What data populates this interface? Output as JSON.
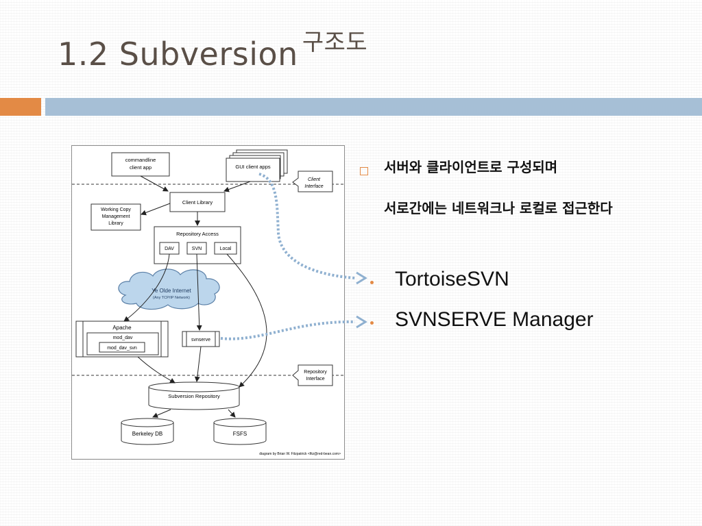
{
  "title": {
    "main": "1.2 Subversion",
    "suffix": "구조도"
  },
  "bullets": [
    {
      "line1": "서버와 클라이언트로 구성되며",
      "line2": "서로간에는 네트워크나 로컬로 접근한다"
    }
  ],
  "sub_bullets": [
    "TortoiseSVN",
    "SVNSERVE Manager"
  ],
  "diagram": {
    "commandline": [
      "commandline",
      "client app"
    ],
    "gui": "GUI client apps",
    "client_interface": [
      "Client",
      "Interface"
    ],
    "client_library": "Client Library",
    "working_copy": [
      "Working Copy",
      "Management",
      "Library"
    ],
    "repository_access": "Repository Access",
    "dav": "DAV",
    "svn": "SVN",
    "local": "Local",
    "cloud": [
      "Ye Olde Internet",
      "(Any TCP/IP Network)"
    ],
    "apache": "Apache",
    "mod_dav": "mod_dav",
    "mod_dav_svn": "mod_dav_svn",
    "svnserve": "svnserve",
    "repository_interface": [
      "Repository",
      "Interface"
    ],
    "subversion_repository": "Subversion Repository",
    "berkeley": "Berkeley DB",
    "fsfs": "FSFS",
    "credit": "diagram by Brian W. Fitzpatrick <fitz@red-bean.com>"
  },
  "colors": {
    "accent": "#e38a45",
    "bar": "#a6bfd6",
    "dotted_arrow": "#8fb0d0",
    "title": "#5a4f47"
  }
}
